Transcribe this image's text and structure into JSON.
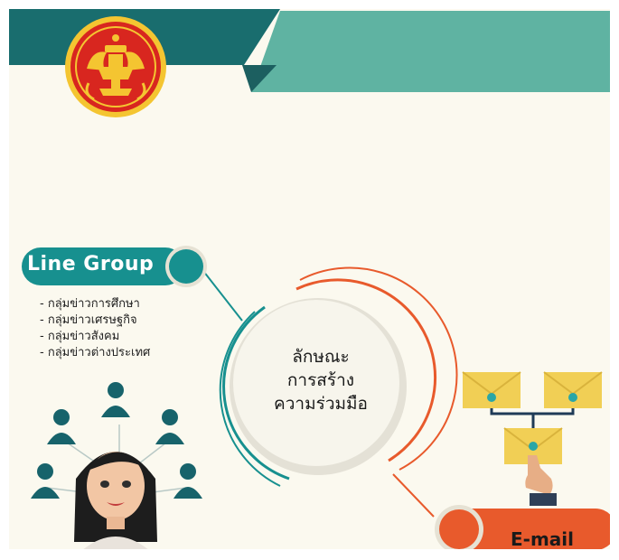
{
  "line_group": {
    "title": "Line Group",
    "items": [
      "- กลุ่มข่าวการศึกษา",
      "- กลุ่มข่าวเศรษฐกิจ",
      "- กลุ่มข่าวสังคม",
      "- กลุ่มข่าวต่างประเทศ"
    ]
  },
  "center": {
    "line1": "ลักษณะ",
    "line2": "การสร้าง",
    "line3": "ความร่วมมือ"
  },
  "email": {
    "label": "E-mail"
  },
  "colors": {
    "teal_dark": "#196d6e",
    "teal_light": "#5fb3a2",
    "teal_pill": "#17908f",
    "orange": "#e85a2c",
    "panel_bg": "#fbf9ef",
    "envelope": "#f1cf55"
  }
}
